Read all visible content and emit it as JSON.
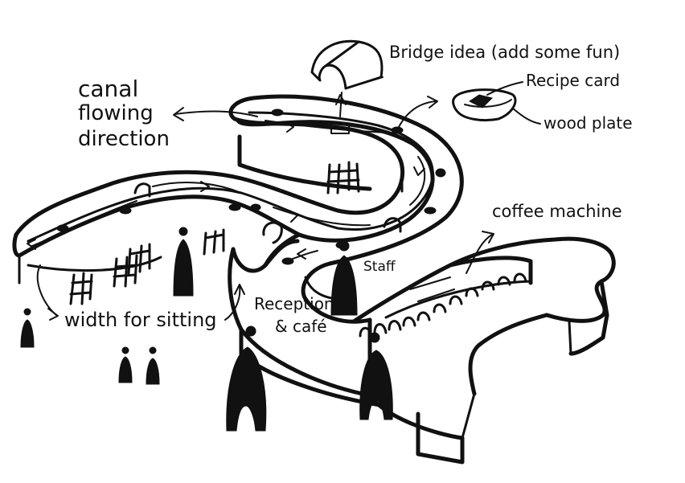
{
  "labels": {
    "canal_line1": "canal",
    "canal_line2": "flowing",
    "canal_line3": "direction",
    "bridge": "Bridge idea (add some fun)",
    "recipe_card": "Recipe card",
    "wood_plate": "wood plate",
    "coffee_machine": "coffee machine",
    "staff": "Staff",
    "reception_line1": "Reception",
    "reception_line2": "& café",
    "width_for_sitting": "width for sitting"
  },
  "colors": {
    "ink": "#111111",
    "paper": "#ffffff"
  }
}
